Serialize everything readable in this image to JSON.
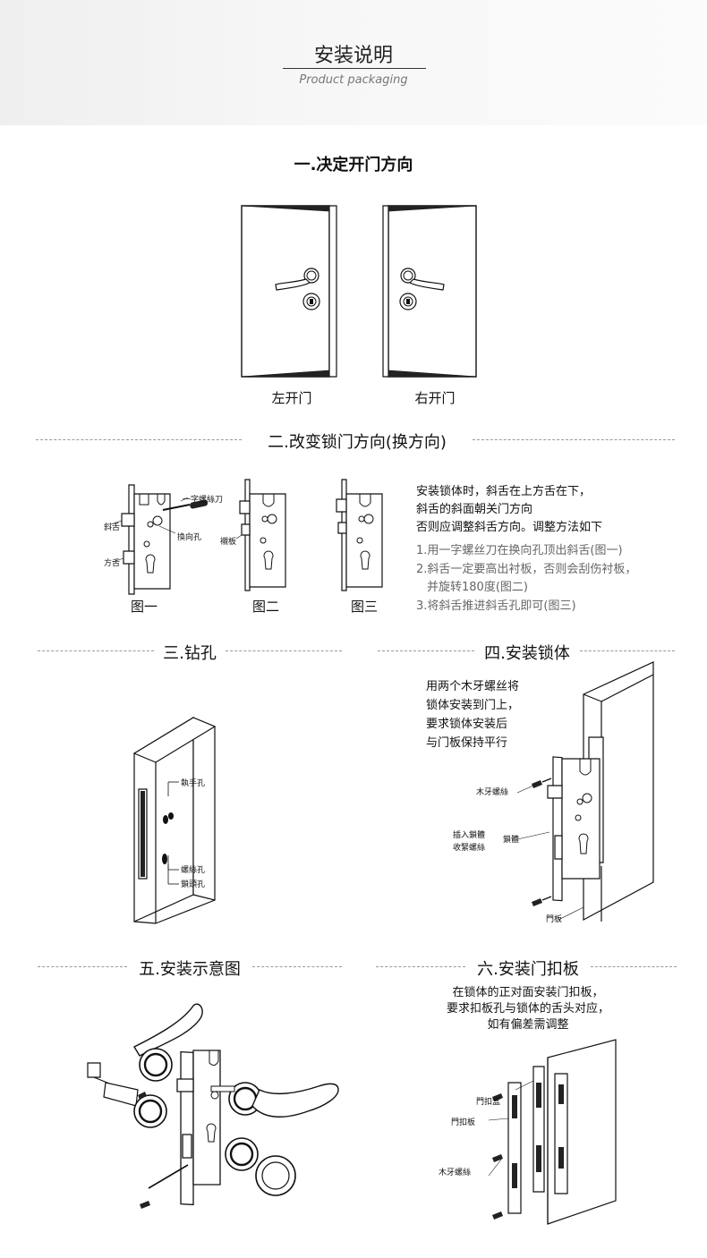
{
  "header": {
    "title": "安装说明",
    "subtitle": "Product packaging"
  },
  "step1": {
    "title": "一.决定开门方向",
    "left_door": "左开门",
    "right_door": "右开门"
  },
  "step2": {
    "title": "二.改变锁门方向(换方向)",
    "fig1_caption": "图一",
    "fig2_caption": "图二",
    "fig3_caption": "图三",
    "fig1_labels": {
      "screwdriver": "一字螺絲刀",
      "latch": "斜舌",
      "hole": "換向孔",
      "deadbolt": "方舌"
    },
    "fig2_labels": {
      "plate": "襯板"
    },
    "intro": [
      "安装锁体时，斜舌在上方舌在下，",
      "斜舌的斜面朝关门方向",
      "否则应调整斜舌方向。调整方法如下"
    ],
    "steps": [
      "1.用一字螺丝刀在换向孔顶出斜舌(图一)",
      "2.斜舌一定要高出衬板，否则会刮伤衬板，",
      "并旋转180度(图二)",
      "3.将斜舌推进斜舌孔即可(图三)"
    ]
  },
  "step3": {
    "title": "三.钻孔",
    "labels": {
      "handle_hole": "執手孔",
      "screw_hole": "螺絲孔",
      "cylinder_hole": "鎖頭孔"
    }
  },
  "step4": {
    "title": "四.安装锁体",
    "text": [
      "用两个木牙螺丝将",
      "锁体安装到门上，",
      "要求锁体安装后",
      "与门板保持平行"
    ],
    "labels": {
      "wood_screw": "木牙螺絲",
      "insert1": "插入鎖體",
      "insert2": "收緊螺絲",
      "lock_body": "鎖體",
      "door": "門板"
    }
  },
  "step5": {
    "title": "五.安装示意图"
  },
  "step6": {
    "title": "六.安装门扣板",
    "text": [
      "在锁体的正对面安装门扣板，",
      "要求扣板孔与锁体的舌头对应，",
      "如有偏差需调整"
    ],
    "labels": {
      "strike_box": "門扣盒",
      "strike_plate": "門扣板",
      "wood_screw": "木牙螺絲"
    }
  }
}
